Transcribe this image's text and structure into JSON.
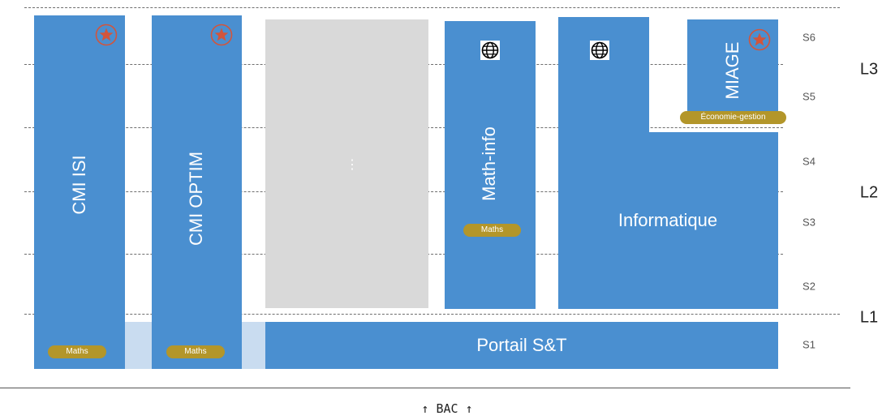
{
  "tracks": {
    "cmi_isi": {
      "label": "CMI ISI",
      "badge": "Maths"
    },
    "cmi_optim": {
      "label": "CMI OPTIM",
      "badge": "Maths"
    },
    "more": {
      "label": "⋮"
    },
    "math_info": {
      "label": "Math-info",
      "badge": "Maths"
    },
    "informatique": {
      "label": "Informatique"
    },
    "miage": {
      "label": "MIAGE",
      "badge": "Économie-gestion"
    },
    "portail": {
      "label": "Portail S&T"
    }
  },
  "semesters": [
    "S6",
    "S5",
    "S4",
    "S3",
    "S2",
    "S1"
  ],
  "levels": [
    "L3",
    "L2",
    "L1"
  ],
  "bac": "↑ BAC ↑",
  "icons": {
    "star": "star-icon",
    "globe": "globe-icon"
  },
  "colors": {
    "block": "#4a8fd0",
    "pale": "#c9dcf0",
    "grey": "#d9d9d9",
    "badge": "#b3962a",
    "star": "#d2553c"
  }
}
